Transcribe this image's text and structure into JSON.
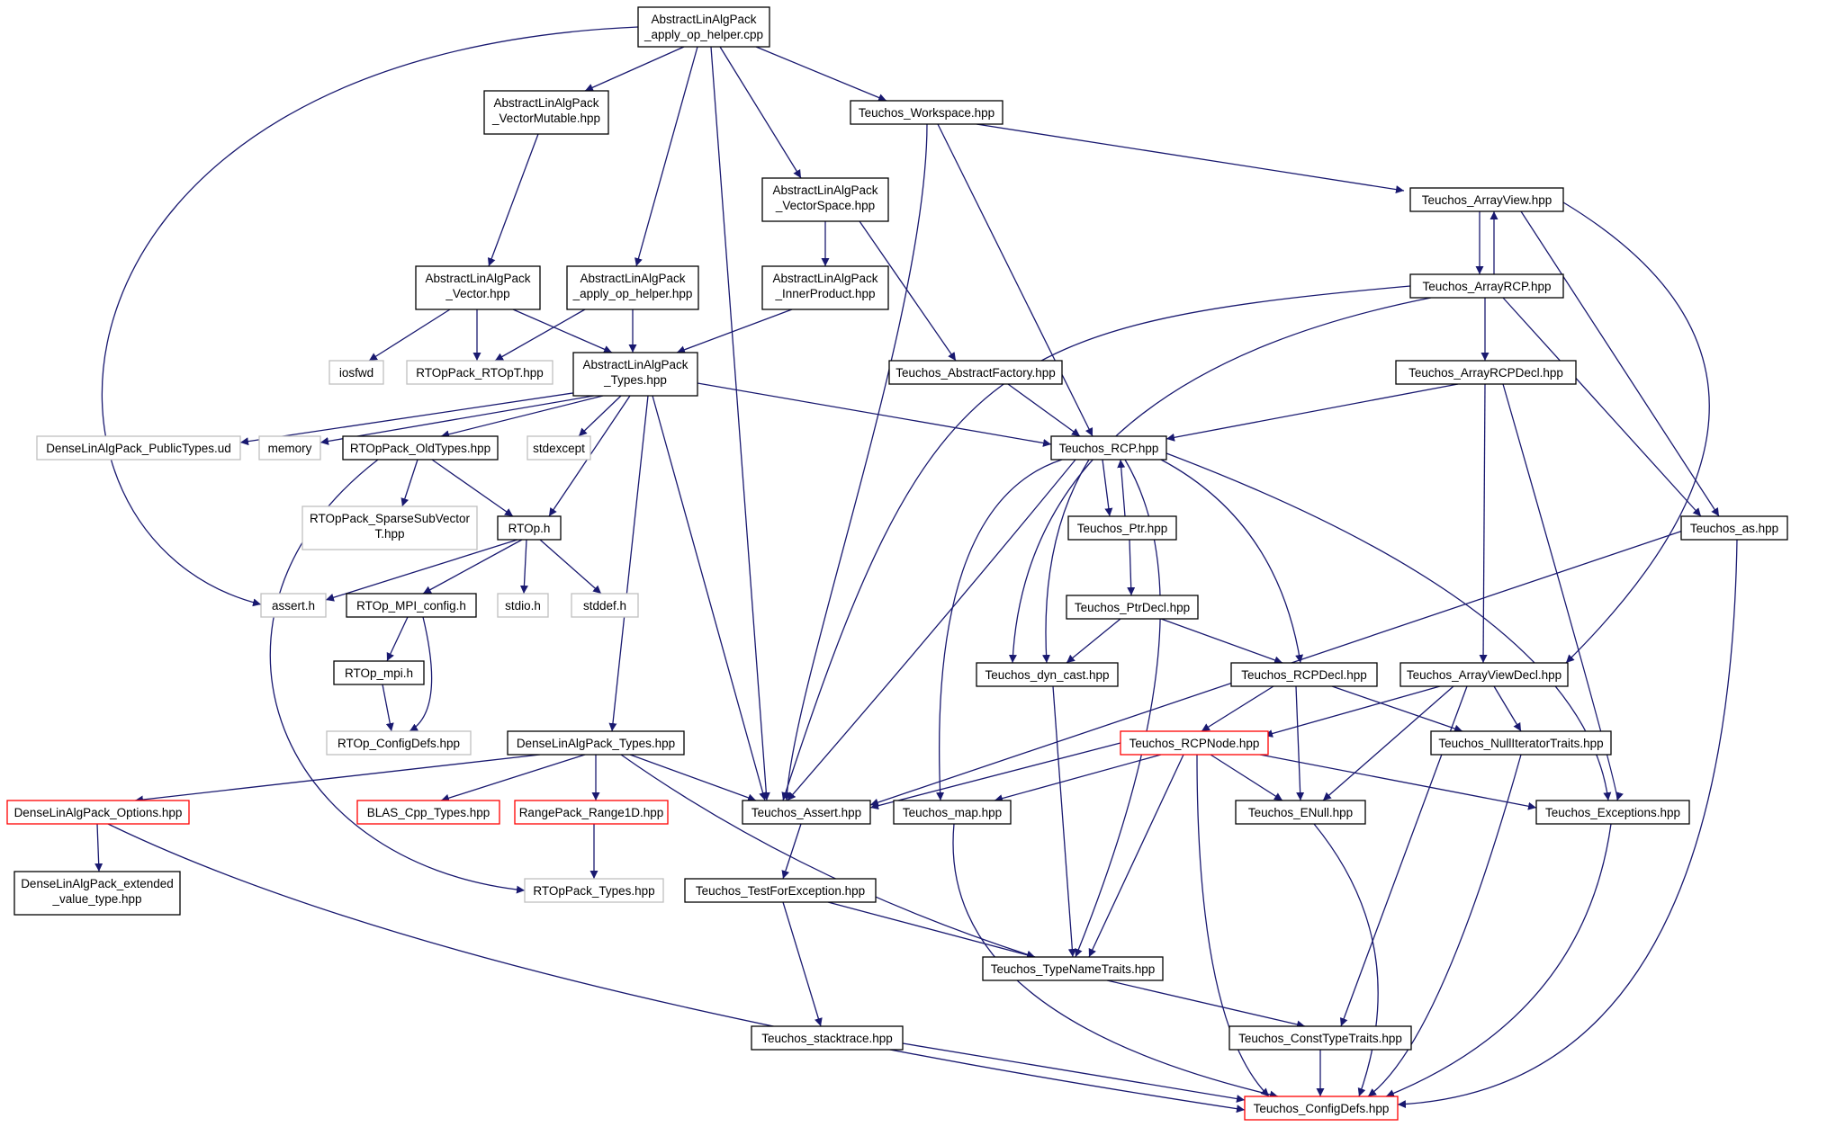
{
  "graph": {
    "style": {
      "edge_color": "#191970",
      "node_fill": "#ffffff",
      "root_fill": "#bfbfbf",
      "border_normal": "#000000",
      "border_external": "#bfbfbf",
      "border_incomplete": "#ff0000"
    },
    "nodes": [
      {
        "id": "root",
        "kind": "root",
        "lines": [
          "AbstractLinAlgPack",
          "_apply_op_helper.cpp"
        ]
      },
      {
        "id": "vecmut",
        "kind": "normal",
        "lines": [
          "AbstractLinAlgPack",
          "_VectorMutable.hpp"
        ]
      },
      {
        "id": "workspace",
        "kind": "normal",
        "lines": [
          "Teuchos_Workspace.hpp"
        ]
      },
      {
        "id": "vecspace",
        "kind": "normal",
        "lines": [
          "AbstractLinAlgPack",
          "_VectorSpace.hpp"
        ]
      },
      {
        "id": "arrayview",
        "kind": "normal",
        "lines": [
          "Teuchos_ArrayView.hpp"
        ]
      },
      {
        "id": "vector",
        "kind": "normal",
        "lines": [
          "AbstractLinAlgPack",
          "_Vector.hpp"
        ]
      },
      {
        "id": "aophpp",
        "kind": "normal",
        "lines": [
          "AbstractLinAlgPack",
          "_apply_op_helper.hpp"
        ]
      },
      {
        "id": "innerprod",
        "kind": "normal",
        "lines": [
          "AbstractLinAlgPack",
          "_InnerProduct.hpp"
        ]
      },
      {
        "id": "arrayrcp",
        "kind": "normal",
        "lines": [
          "Teuchos_ArrayRCP.hpp"
        ]
      },
      {
        "id": "iosfwd",
        "kind": "external",
        "lines": [
          "iosfwd"
        ]
      },
      {
        "id": "rtopt",
        "kind": "external",
        "lines": [
          "RTOpPack_RTOpT.hpp"
        ]
      },
      {
        "id": "types",
        "kind": "normal",
        "lines": [
          "AbstractLinAlgPack",
          "_Types.hpp"
        ]
      },
      {
        "id": "absfactory",
        "kind": "normal",
        "lines": [
          "Teuchos_AbstractFactory.hpp"
        ]
      },
      {
        "id": "arrayrcpdecl",
        "kind": "normal",
        "lines": [
          "Teuchos_ArrayRCPDecl.hpp"
        ]
      },
      {
        "id": "publictypes",
        "kind": "external",
        "lines": [
          "DenseLinAlgPack_PublicTypes.ud"
        ]
      },
      {
        "id": "memory",
        "kind": "external",
        "lines": [
          "memory"
        ]
      },
      {
        "id": "oldtypes",
        "kind": "normal",
        "lines": [
          "RTOpPack_OldTypes.hpp"
        ]
      },
      {
        "id": "stdexcept",
        "kind": "external",
        "lines": [
          "stdexcept"
        ]
      },
      {
        "id": "rcp",
        "kind": "normal",
        "lines": [
          "Teuchos_RCP.hpp"
        ]
      },
      {
        "id": "sparsesub",
        "kind": "external",
        "lines": [
          "RTOpPack_SparseSubVector",
          "T.hpp"
        ]
      },
      {
        "id": "rtoph",
        "kind": "normal",
        "lines": [
          "RTOp.h"
        ]
      },
      {
        "id": "ptr",
        "kind": "normal",
        "lines": [
          "Teuchos_Ptr.hpp"
        ]
      },
      {
        "id": "as",
        "kind": "normal",
        "lines": [
          "Teuchos_as.hpp"
        ]
      },
      {
        "id": "asserth",
        "kind": "external",
        "lines": [
          "assert.h"
        ]
      },
      {
        "id": "mpiconfig",
        "kind": "normal",
        "lines": [
          "RTOp_MPI_config.h"
        ]
      },
      {
        "id": "stdioh",
        "kind": "external",
        "lines": [
          "stdio.h"
        ]
      },
      {
        "id": "stddefh",
        "kind": "external",
        "lines": [
          "stddef.h"
        ]
      },
      {
        "id": "ptrdecl",
        "kind": "normal",
        "lines": [
          "Teuchos_PtrDecl.hpp"
        ]
      },
      {
        "id": "mpih",
        "kind": "normal",
        "lines": [
          "RTOp_mpi.h"
        ]
      },
      {
        "id": "dyncast",
        "kind": "normal",
        "lines": [
          "Teuchos_dyn_cast.hpp"
        ]
      },
      {
        "id": "rcpdecl",
        "kind": "normal",
        "lines": [
          "Teuchos_RCPDecl.hpp"
        ]
      },
      {
        "id": "arrayviewdecl",
        "kind": "normal",
        "lines": [
          "Teuchos_ArrayViewDecl.hpp"
        ]
      },
      {
        "id": "rtopconfig",
        "kind": "external",
        "lines": [
          "RTOp_ConfigDefs.hpp"
        ]
      },
      {
        "id": "densetypes",
        "kind": "normal",
        "lines": [
          "DenseLinAlgPack_Types.hpp"
        ]
      },
      {
        "id": "rcpnode",
        "kind": "incomplete",
        "lines": [
          "Teuchos_RCPNode.hpp"
        ]
      },
      {
        "id": "nulliter",
        "kind": "normal",
        "lines": [
          "Teuchos_NullIteratorTraits.hpp"
        ]
      },
      {
        "id": "options",
        "kind": "incomplete",
        "lines": [
          "DenseLinAlgPack_Options.hpp"
        ]
      },
      {
        "id": "blas",
        "kind": "incomplete",
        "lines": [
          "BLAS_Cpp_Types.hpp"
        ]
      },
      {
        "id": "range1d",
        "kind": "incomplete",
        "lines": [
          "RangePack_Range1D.hpp"
        ]
      },
      {
        "id": "assert",
        "kind": "normal",
        "lines": [
          "Teuchos_Assert.hpp"
        ]
      },
      {
        "id": "map",
        "kind": "normal",
        "lines": [
          "Teuchos_map.hpp"
        ]
      },
      {
        "id": "enull",
        "kind": "normal",
        "lines": [
          "Teuchos_ENull.hpp"
        ]
      },
      {
        "id": "exceptions",
        "kind": "normal",
        "lines": [
          "Teuchos_Exceptions.hpp"
        ]
      },
      {
        "id": "extended",
        "kind": "normal",
        "lines": [
          "DenseLinAlgPack_extended",
          "_value_type.hpp"
        ]
      },
      {
        "id": "rtoptypes",
        "kind": "external",
        "lines": [
          "RTOpPack_Types.hpp"
        ]
      },
      {
        "id": "testforexc",
        "kind": "normal",
        "lines": [
          "Teuchos_TestForException.hpp"
        ]
      },
      {
        "id": "typename",
        "kind": "normal",
        "lines": [
          "Teuchos_TypeNameTraits.hpp"
        ]
      },
      {
        "id": "stacktrace",
        "kind": "normal",
        "lines": [
          "Teuchos_stacktrace.hpp"
        ]
      },
      {
        "id": "consttype",
        "kind": "normal",
        "lines": [
          "Teuchos_ConstTypeTraits.hpp"
        ]
      },
      {
        "id": "configdefs",
        "kind": "incomplete",
        "lines": [
          "Teuchos_ConfigDefs.hpp"
        ]
      }
    ],
    "edges": [
      [
        "root",
        "vecmut"
      ],
      [
        "root",
        "workspace"
      ],
      [
        "root",
        "vecspace"
      ],
      [
        "root",
        "aophpp"
      ],
      [
        "root",
        "assert"
      ],
      [
        "root",
        "asserth"
      ],
      [
        "workspace",
        "arrayview"
      ],
      [
        "workspace",
        "rcp"
      ],
      [
        "workspace",
        "assert"
      ],
      [
        "vecmut",
        "vector"
      ],
      [
        "vecspace",
        "innerprod"
      ],
      [
        "vecspace",
        "absfactory"
      ],
      [
        "vector",
        "iosfwd"
      ],
      [
        "vector",
        "rtopt"
      ],
      [
        "vector",
        "types"
      ],
      [
        "aophpp",
        "rtopt"
      ],
      [
        "aophpp",
        "types"
      ],
      [
        "innerprod",
        "types"
      ],
      [
        "arrayview",
        "arrayrcp"
      ],
      [
        "arrayview",
        "as"
      ],
      [
        "arrayview",
        "arrayviewdecl"
      ],
      [
        "arrayrcp",
        "arrayview"
      ],
      [
        "arrayrcp",
        "arrayrcpdecl"
      ],
      [
        "arrayrcp",
        "as"
      ],
      [
        "arrayrcp",
        "dyncast"
      ],
      [
        "arrayrcp",
        "assert"
      ],
      [
        "absfactory",
        "rcp"
      ],
      [
        "arrayrcpdecl",
        "rcp"
      ],
      [
        "arrayrcpdecl",
        "arrayviewdecl"
      ],
      [
        "arrayrcpdecl",
        "exceptions"
      ],
      [
        "types",
        "publictypes"
      ],
      [
        "types",
        "memory"
      ],
      [
        "types",
        "oldtypes"
      ],
      [
        "types",
        "stdexcept"
      ],
      [
        "types",
        "rtoph"
      ],
      [
        "types",
        "rcp"
      ],
      [
        "types",
        "densetypes"
      ],
      [
        "types",
        "assert"
      ],
      [
        "oldtypes",
        "sparsesub"
      ],
      [
        "oldtypes",
        "rtoph"
      ],
      [
        "oldtypes",
        "rtoptypes"
      ],
      [
        "rtoph",
        "asserth"
      ],
      [
        "rtoph",
        "mpiconfig"
      ],
      [
        "rtoph",
        "stdioh"
      ],
      [
        "rtoph",
        "stddefh"
      ],
      [
        "mpiconfig",
        "mpih"
      ],
      [
        "mpiconfig",
        "rtopconfig"
      ],
      [
        "mpih",
        "rtopconfig"
      ],
      [
        "rcp",
        "ptr"
      ],
      [
        "rcp",
        "dyncast"
      ],
      [
        "rcp",
        "rcpdecl"
      ],
      [
        "rcp",
        "map"
      ],
      [
        "rcp",
        "assert"
      ],
      [
        "rcp",
        "typename"
      ],
      [
        "rcp",
        "exceptions"
      ],
      [
        "ptr",
        "rcp"
      ],
      [
        "ptr",
        "ptrdecl"
      ],
      [
        "ptrdecl",
        "dyncast"
      ],
      [
        "ptrdecl",
        "rcpdecl"
      ],
      [
        "as",
        "assert"
      ],
      [
        "as",
        "configdefs"
      ],
      [
        "dyncast",
        "typename"
      ],
      [
        "rcpdecl",
        "rcpnode"
      ],
      [
        "rcpdecl",
        "enull"
      ],
      [
        "rcpdecl",
        "nulliter"
      ],
      [
        "arrayviewdecl",
        "rcpnode"
      ],
      [
        "arrayviewdecl",
        "enull"
      ],
      [
        "arrayviewdecl",
        "nulliter"
      ],
      [
        "arrayviewdecl",
        "consttype"
      ],
      [
        "rcpnode",
        "assert"
      ],
      [
        "rcpnode",
        "map"
      ],
      [
        "rcpnode",
        "enull"
      ],
      [
        "rcpnode",
        "exceptions"
      ],
      [
        "rcpnode",
        "typename"
      ],
      [
        "rcpnode",
        "configdefs"
      ],
      [
        "nulliter",
        "configdefs"
      ],
      [
        "densetypes",
        "options"
      ],
      [
        "densetypes",
        "blas"
      ],
      [
        "densetypes",
        "range1d"
      ],
      [
        "densetypes",
        "assert"
      ],
      [
        "densetypes",
        "typename"
      ],
      [
        "options",
        "extended"
      ],
      [
        "options",
        "configdefs"
      ],
      [
        "range1d",
        "rtoptypes"
      ],
      [
        "assert",
        "testforexc"
      ],
      [
        "testforexc",
        "typename"
      ],
      [
        "testforexc",
        "stacktrace"
      ],
      [
        "typename",
        "consttype"
      ],
      [
        "stacktrace",
        "configdefs"
      ],
      [
        "consttype",
        "configdefs"
      ],
      [
        "map",
        "configdefs"
      ],
      [
        "enull",
        "configdefs"
      ],
      [
        "exceptions",
        "configdefs"
      ]
    ]
  }
}
